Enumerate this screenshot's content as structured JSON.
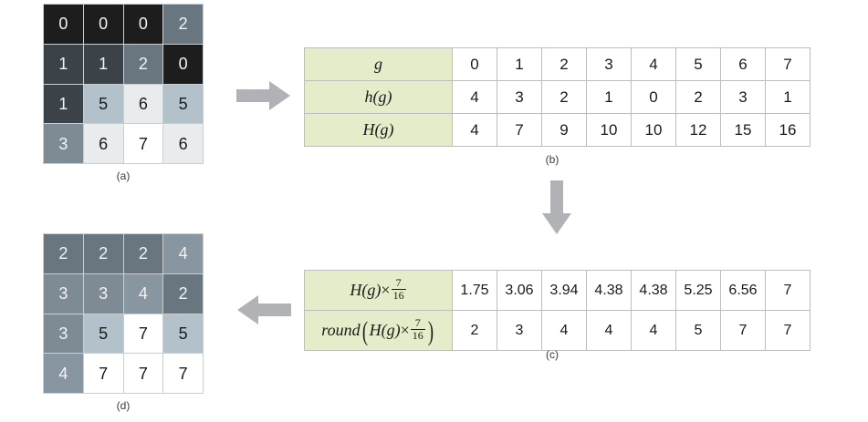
{
  "figure": {
    "labels": {
      "a": "(a)",
      "b": "(b)",
      "c": "(c)",
      "d": "(d)"
    }
  },
  "palette": {
    "gray_levels": [
      "#1d1d1d",
      "#3b4248",
      "#69757f",
      "#7e8b95",
      "#8896a1",
      "#b3c1ca",
      "#e9eced",
      "#ffffff"
    ],
    "text_light": "#f2f4f5",
    "text_dark": "#1a1a1a",
    "header_green": "#e4ecc9",
    "table_border": "#bdbdbd",
    "arrow_gray": "#b0b2b6",
    "grid_gap": "#c9ced2"
  },
  "grid_a": {
    "caption": "(a)",
    "rows": [
      [
        0,
        0,
        0,
        2
      ],
      [
        1,
        1,
        2,
        0
      ],
      [
        1,
        5,
        6,
        5
      ],
      [
        3,
        6,
        7,
        6
      ]
    ]
  },
  "grid_d": {
    "caption": "(d)",
    "rows": [
      [
        2,
        2,
        2,
        4
      ],
      [
        3,
        3,
        4,
        2
      ],
      [
        3,
        5,
        7,
        5
      ],
      [
        4,
        7,
        7,
        7
      ]
    ]
  },
  "table_b": {
    "caption": "(b)",
    "rows": [
      {
        "header": "g",
        "header_kind": "g",
        "values": [
          "0",
          "1",
          "2",
          "3",
          "4",
          "5",
          "6",
          "7"
        ]
      },
      {
        "header": "h(g)",
        "header_kind": "hg",
        "values": [
          "4",
          "3",
          "2",
          "1",
          "0",
          "2",
          "3",
          "1"
        ]
      },
      {
        "header": "H(g)",
        "header_kind": "Hg",
        "values": [
          "4",
          "7",
          "9",
          "10",
          "10",
          "12",
          "15",
          "16"
        ]
      }
    ]
  },
  "table_c": {
    "caption": "(c)",
    "rows": [
      {
        "header_kind": "Hg_times_frac",
        "header_text": "H(g)×7/16",
        "values": [
          "1.75",
          "3.06",
          "3.94",
          "4.38",
          "4.38",
          "5.25",
          "6.56",
          "7"
        ]
      },
      {
        "header_kind": "round_Hg_times_frac",
        "header_text": "round(H(g)×7/16)",
        "values": [
          "2",
          "3",
          "4",
          "4",
          "4",
          "5",
          "7",
          "7"
        ]
      }
    ]
  },
  "arrows": [
    {
      "name": "arrow-a-to-b",
      "direction": "right"
    },
    {
      "name": "arrow-b-to-c",
      "direction": "down"
    },
    {
      "name": "arrow-c-to-d",
      "direction": "left"
    }
  ],
  "math": {
    "numerator": "7",
    "denominator": "16",
    "times": "×",
    "round_word": "round",
    "H": "H",
    "h": "h",
    "g": "g"
  }
}
